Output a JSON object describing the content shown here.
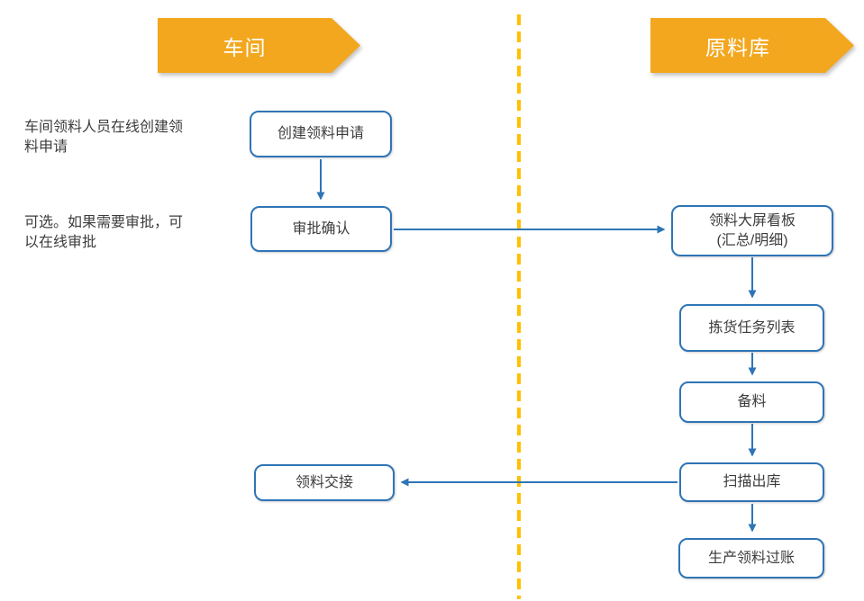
{
  "diagram": {
    "lanes": [
      {
        "label": "车间"
      },
      {
        "label": "原料库"
      }
    ],
    "annotations": [
      {
        "text": "车间领料人员在线创建领\n料申请"
      },
      {
        "text": "可选。如果需要审批，可\n以在线审批"
      }
    ],
    "nodes": {
      "create_request": {
        "label": "创建领料申请"
      },
      "approve_confirm": {
        "label": "审批确认"
      },
      "material_handover": {
        "label": "领料交接"
      },
      "dashboard": {
        "label": "领料大屏看板\n(汇总/明细)"
      },
      "picking_task_list": {
        "label": "拣货任务列表"
      },
      "material_prepare": {
        "label": "备料"
      },
      "scan_outbound": {
        "label": "扫描出库"
      },
      "production_posting": {
        "label": "生产领料过账"
      }
    },
    "edges": [
      {
        "from": "create_request",
        "to": "approve_confirm"
      },
      {
        "from": "approve_confirm",
        "to": "dashboard"
      },
      {
        "from": "dashboard",
        "to": "picking_task_list"
      },
      {
        "from": "picking_task_list",
        "to": "material_prepare"
      },
      {
        "from": "material_prepare",
        "to": "scan_outbound"
      },
      {
        "from": "scan_outbound",
        "to": "material_handover"
      },
      {
        "from": "scan_outbound",
        "to": "production_posting"
      }
    ],
    "colors": {
      "lane_header_fill": "#F2A71E",
      "lane_header_text": "#FFFFFF",
      "divider": "#FFC000",
      "node_border": "#2E75B6",
      "arrow": "#2E75B6",
      "node_text": "#3D3D3D",
      "node_fill": "#FFFFFF"
    }
  }
}
